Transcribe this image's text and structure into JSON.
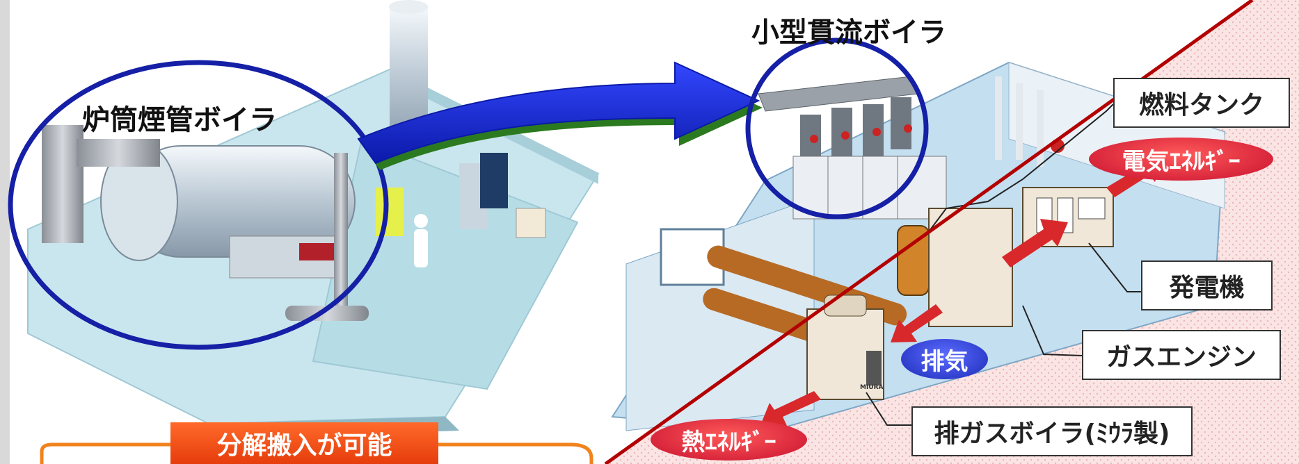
{
  "left": {
    "title": "炉筒煙管ボイラ",
    "banner": "分解搬入が可能"
  },
  "right": {
    "title": "小型貫流ボイラ",
    "labels": {
      "fuel_tank": "燃料タンク",
      "generator": "発電機",
      "gas_engine": "ガスエンジン",
      "exhaust_boiler": "排ガスボイラ(ﾐｳﾗ製)",
      "electric_energy": "電気ｴﾈﾙｷﾞｰ",
      "heat_energy": "熱ｴﾈﾙｷﾞｰ",
      "exhaust": "排気",
      "maker_badge": "MIURA"
    }
  },
  "colors": {
    "circle": "#1520a6",
    "arrow": "#1f2fd6",
    "diagonal": "#b30000",
    "energy_pill": "#c8102e",
    "exhaust_pill": "#2233cc",
    "banner": "#f0531c",
    "floor": "#bfe2ea",
    "background_right": "#f7dede"
  }
}
